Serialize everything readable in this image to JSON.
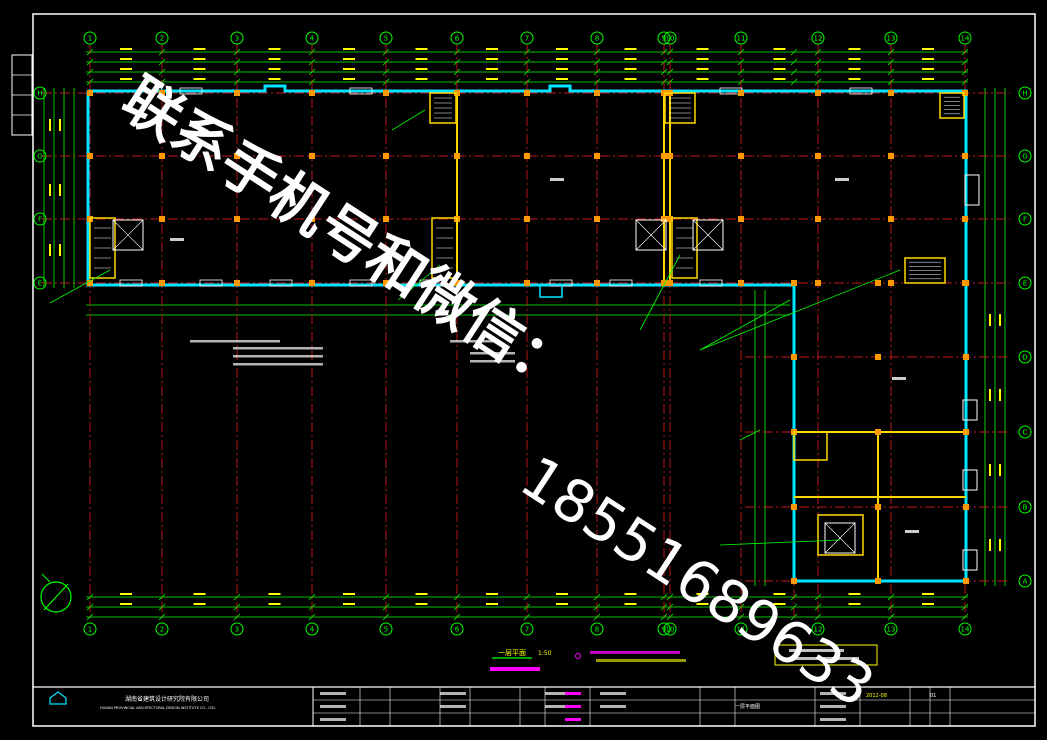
{
  "drawing": {
    "axis_numbers": [
      "1",
      "2",
      "3",
      "4",
      "5",
      "6",
      "7",
      "8",
      "9",
      "10",
      "11",
      "12",
      "13",
      "14"
    ],
    "axis_letters": [
      "H",
      "G",
      "F",
      "E",
      "D",
      "C",
      "B",
      "A"
    ],
    "plan_title": "一层平面",
    "plan_scale": "1:50",
    "company": {
      "name_cn": "湖南省建筑设计研究院有限公司",
      "name_en": "HUNAN PROVINCIAL ARCHITECTURAL DESIGN INSTITUTE CO., LTD."
    },
    "title_block_date": "2012-08",
    "sheet_no": "01",
    "title_block_label": "一层平面图"
  },
  "watermark": {
    "line1": "联系手机号和微信：",
    "line2": "18551689633"
  },
  "colors": {
    "background": "#000000",
    "grid": "#00ff00",
    "axis_line": "#ff2020",
    "wall": "#00e5ff",
    "column": "#ff9900",
    "partition": "#ffd700",
    "dim_text": "#ffff00",
    "magenta": "#ff00ff",
    "frame": "#ffffff"
  }
}
